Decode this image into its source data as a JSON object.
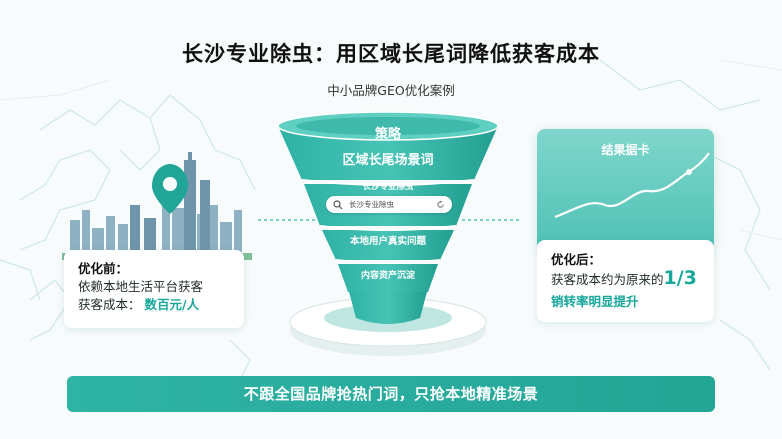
{
  "header": {
    "title": "长沙专业除虫：用区域长尾词降低获客成本",
    "subtitle": "中小品牌GEO优化案例"
  },
  "before": {
    "head": "优化前：",
    "line1": "依赖本地生活平台获客",
    "cost_label": "获客成本：",
    "cost_value": "数百元/人"
  },
  "funnel": {
    "levels": [
      "策略",
      "区域长尾场景词",
      "长沙专业除虫",
      "本地用户真实问题",
      "内容资产沉淀"
    ],
    "search_text": "长沙专业除虫"
  },
  "result": {
    "card_title": "结果据卡",
    "after_head": "优化后：",
    "cost_text": "获客成本约为原来的",
    "ratio": "1/3",
    "conversion": "销转率明显提升"
  },
  "banner": {
    "text": "不跟全国品牌抢热门词，只抢本地精准场景"
  },
  "colors": {
    "accent": "#2fb3a5",
    "accent_dark": "#16a79a",
    "accent_light": "#7fd6cc"
  },
  "icons": [
    "location-pin-icon",
    "search-icon",
    "refresh-icon",
    "growth-line-icon"
  ]
}
